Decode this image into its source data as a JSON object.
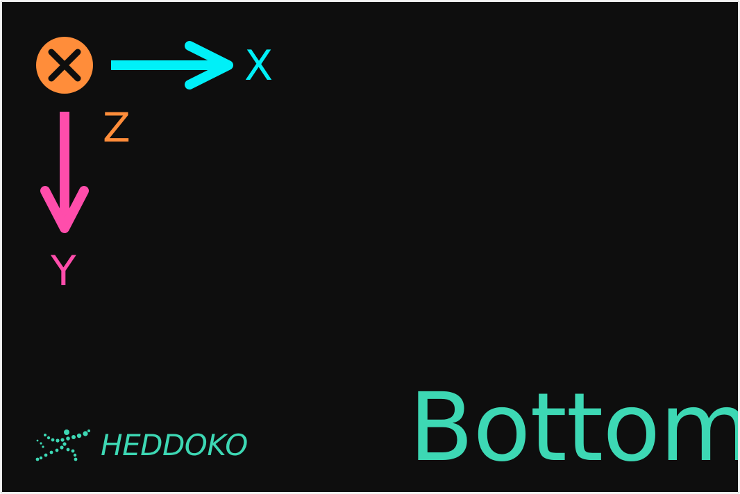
{
  "axes": {
    "x": {
      "label": "X",
      "color": "#00f0f8"
    },
    "y": {
      "label": "Y",
      "color": "#ff4dab"
    },
    "z": {
      "label": "Z",
      "color": "#ff8d3a",
      "symbol": "circled-x-icon"
    }
  },
  "view": {
    "label": "Bottom",
    "color": "#3dd8b4"
  },
  "brand": {
    "name": "HEDDOKO",
    "color": "#3dd8b4",
    "icon": "dancing-figure-dots-logo"
  },
  "colors": {
    "background": "#0e0e0e"
  }
}
